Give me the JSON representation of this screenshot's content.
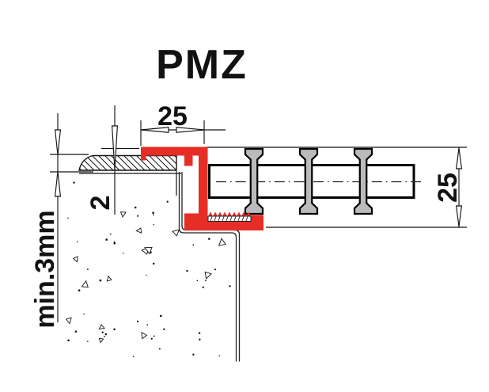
{
  "title": "PMZ",
  "labels": {
    "top_width": "25",
    "right_height": "25",
    "top_offset": "2",
    "min_mortar": "min.3mm"
  },
  "colors": {
    "profile_red": "#e62e26",
    "grating_gray": "#b9bbbd",
    "line": "#141414"
  }
}
